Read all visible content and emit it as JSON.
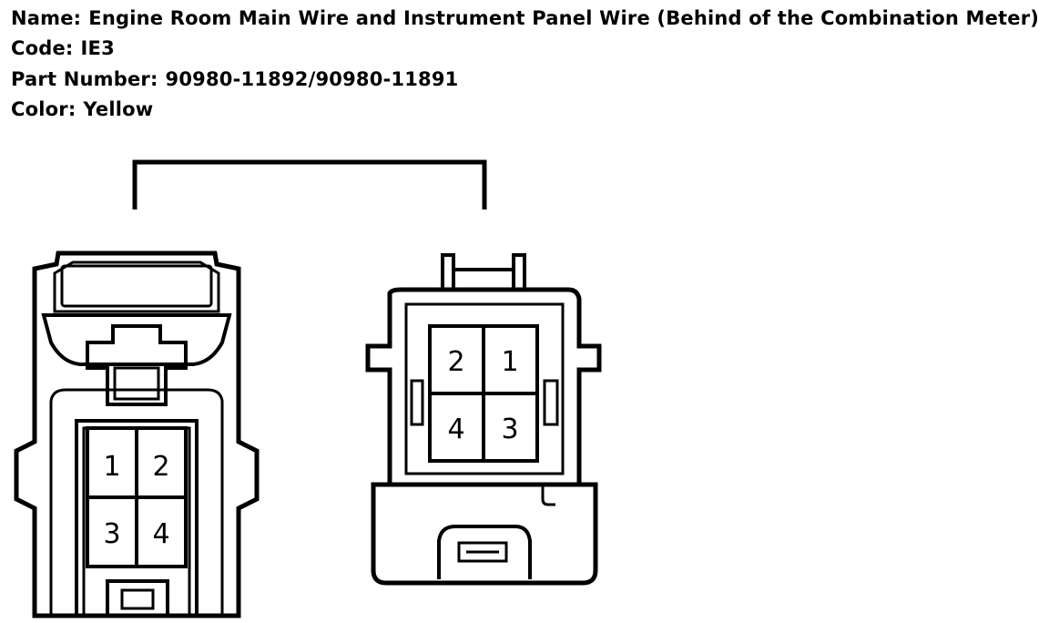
{
  "info": {
    "name_label": "Name:",
    "name_value": "Engine Room Main Wire and Instrument Panel Wire (Behind of the Combination Meter)",
    "code_label": "Code:",
    "code_value": "IE3",
    "part_label": "Part Number:",
    "part_value": "90980-11892/90980-11891",
    "color_label": "Color:",
    "color_value": "Yellow"
  },
  "connectors": {
    "left": {
      "pins": [
        "1",
        "2",
        "3",
        "4"
      ]
    },
    "right": {
      "pins": [
        "2",
        "1",
        "4",
        "3"
      ]
    }
  }
}
